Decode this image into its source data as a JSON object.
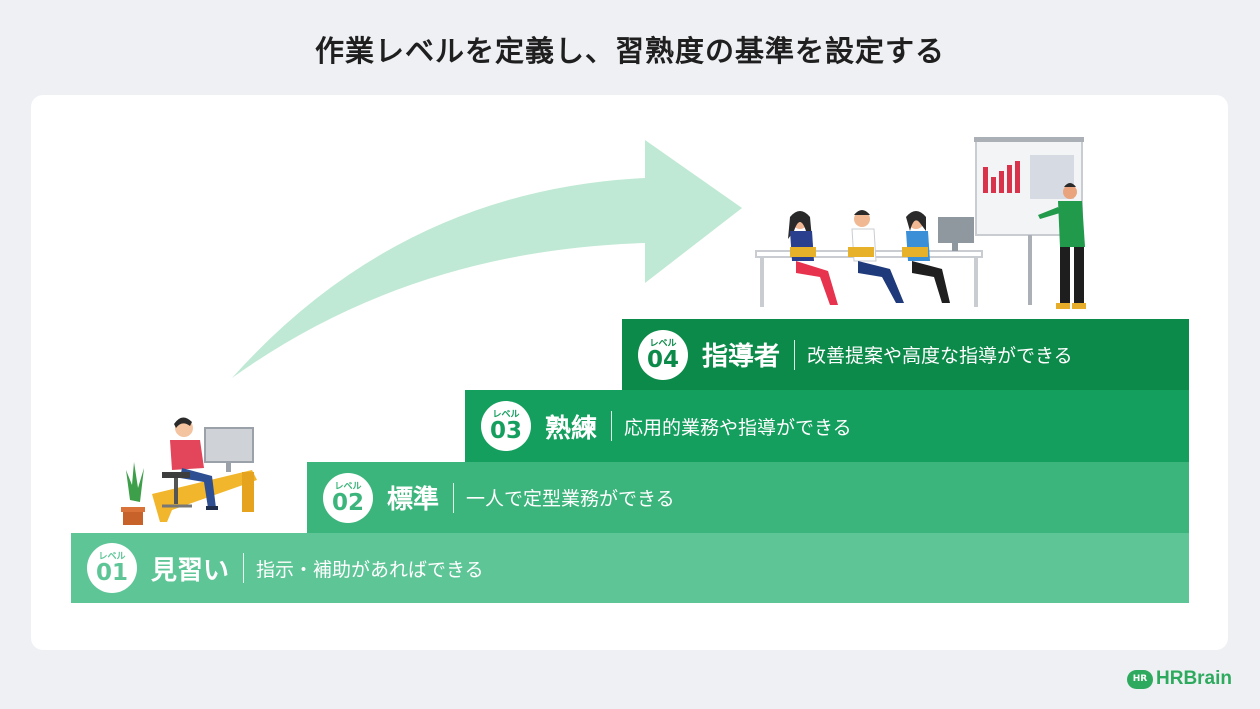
{
  "title": "作業レベルを定義し、習熟度の基準を設定する",
  "level_prefix": "レベル",
  "levels": [
    {
      "num": "01",
      "name": "見習い",
      "desc": "指示・補助があればできる"
    },
    {
      "num": "02",
      "name": "標準",
      "desc": "一人で定型業務ができる"
    },
    {
      "num": "03",
      "name": "熟練",
      "desc": "応用的業務や指導ができる"
    },
    {
      "num": "04",
      "name": "指導者",
      "desc": "改善提案や高度な指導ができる"
    }
  ],
  "brand": {
    "mark": "HR",
    "name": "HRBrain"
  },
  "colors": {
    "level1": "#5ec597",
    "level2": "#3bb57b",
    "level3": "#159f5e",
    "level4": "#0b8a49",
    "arrow": "#bfe9d4"
  }
}
